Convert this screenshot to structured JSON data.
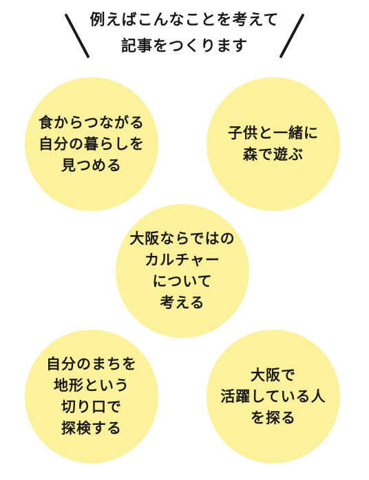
{
  "header": {
    "line1": "例えばこんなことを考えて",
    "line2": "記事をつくります"
  },
  "colors": {
    "circle_fill": "#fcf29c",
    "text": "#1a1a1a"
  },
  "circles": [
    {
      "lines": [
        "食からつながる",
        "自分の暮らしを",
        "見つめる"
      ]
    },
    {
      "lines": [
        "子供と一緒に",
        "森で遊ぶ"
      ]
    },
    {
      "lines": [
        "大阪ならではの",
        "カルチャー",
        "について",
        "考える"
      ]
    },
    {
      "lines": [
        "自分のまちを",
        "地形という",
        "切り口で",
        "探検する"
      ]
    },
    {
      "lines": [
        "大阪で",
        "活躍している人",
        "を探る"
      ]
    }
  ]
}
